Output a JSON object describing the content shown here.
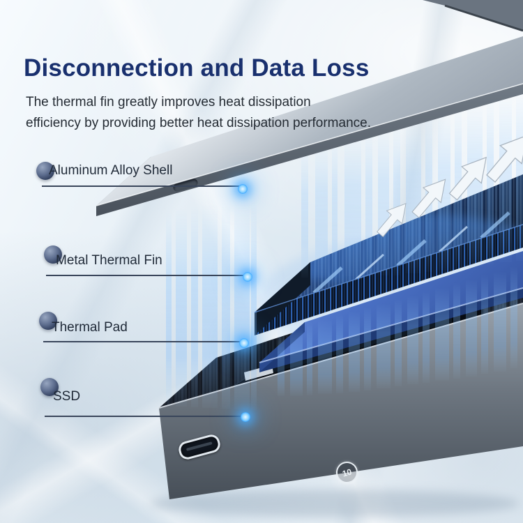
{
  "title": "Disconnection and Data Loss",
  "subtitle": {
    "line1": "The thermal fin greatly improves heat dissipation",
    "line2": "efficiency by providing better heat dissipation performance."
  },
  "callouts": [
    {
      "text": "Aluminum Alloy Shell"
    },
    {
      "text": "Metal Thermal Fin"
    },
    {
      "text": "Thermal Pad"
    },
    {
      "text": "SSD"
    }
  ],
  "device": {
    "speed_badge": "10"
  },
  "colors": {
    "title": "#19306e",
    "body_text": "#242b33",
    "accent_glow": "#3aa5ff",
    "thermal_pad": "#3c63b8",
    "aluminum": "#aeb8c2"
  }
}
